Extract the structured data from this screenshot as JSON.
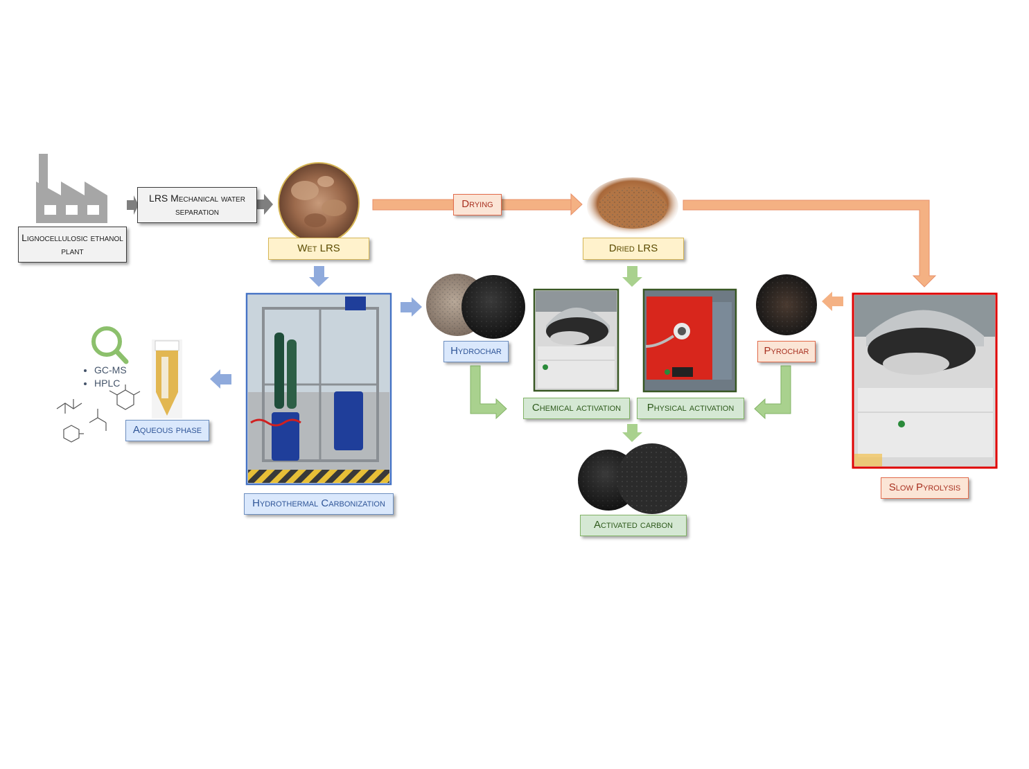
{
  "labels": {
    "plant": "Lignocellulosic ethanol plant",
    "separation": "LRS Mechanical water separation",
    "wet_lrs": "Wet LRS",
    "drying": "Drying",
    "dried_lrs": "Dried LRS",
    "htc": "Hydrothermal Carbonization",
    "hydrochar": "Hydrochar",
    "aqueous_phase": "Aqueous phase",
    "chemical_activation": "Chemical activation",
    "physical_activation": "Physical activation",
    "pyrochar": "Pyrochar",
    "slow_pyrolysis": "Slow Pyrolysis",
    "activated_carbon": "Activated carbon"
  },
  "analysis_methods": [
    "GC-MS",
    "HPLC"
  ],
  "icons": {
    "factory": "factory-icon",
    "magnifier": "magnifier-icon"
  },
  "colors": {
    "blue_path": "#8faadc",
    "green_path": "#a9d18e",
    "red_path": "#f4b183",
    "grey_arrow": "#7f7f7f",
    "slow_pyrolysis_frame": "#e00000",
    "activation_frame": "#385723",
    "htc_frame": "#4472c4"
  }
}
